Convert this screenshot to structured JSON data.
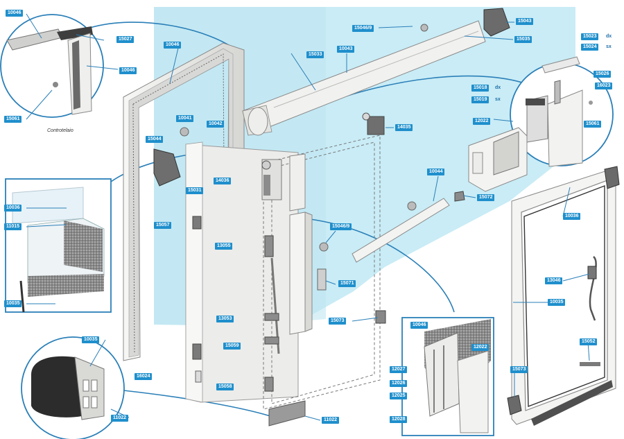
{
  "colors": {
    "label_bg": "#1f8fcc",
    "label_text": "#ffffff",
    "leader": "#2a7fb8",
    "panel_bg": "#bfe7f3",
    "frame_metal": "#e8e8e6",
    "gasket_dark": "#555555"
  },
  "parts": {
    "p10046a": "10046",
    "p15027": "15027",
    "p10046b": "10046",
    "p15061a": "15061",
    "controtelaio": "Controtelaio",
    "p10046c": "10046",
    "p15044": "15044",
    "p10041": "10041",
    "p10042": "10042",
    "p15031": "15031",
    "p15057": "15057",
    "p14036": "14036",
    "p13055": "13055",
    "p13053": "13053",
    "p15059": "15059",
    "p16024": "16024",
    "p15058": "15058",
    "p11022a": "11022",
    "p10035a": "10035",
    "p10036a": "10036",
    "p11015": "11015",
    "p10035b": "10035",
    "p15033": "15033",
    "p10043": "10043",
    "p15046_9a": "15046/9",
    "p15043": "15043",
    "p15035": "15035",
    "p14035": "14035",
    "p10044": "10044",
    "p15072": "15072",
    "p15046_9b": "15046/9",
    "p15071": "15071",
    "p15073a": "15073",
    "p11022b": "11022",
    "p10046d": "10046",
    "p12022a": "12022",
    "p12027": "12027",
    "p12026": "12026",
    "p12025": "12025",
    "p12028": "12028",
    "p15023": "15023",
    "p15024": "15024",
    "dx1": "dx",
    "sx1": "sx",
    "p15026": "15026",
    "p16023": "16023",
    "p15018": "15018",
    "p15019": "15019",
    "dx2": "dx",
    "sx2": "sx",
    "p15061b": "15061",
    "p12022b": "12022",
    "p10036b": "10036",
    "p13046": "13046",
    "p10035c": "10035",
    "p15052": "15052",
    "p15073b": "15073"
  }
}
